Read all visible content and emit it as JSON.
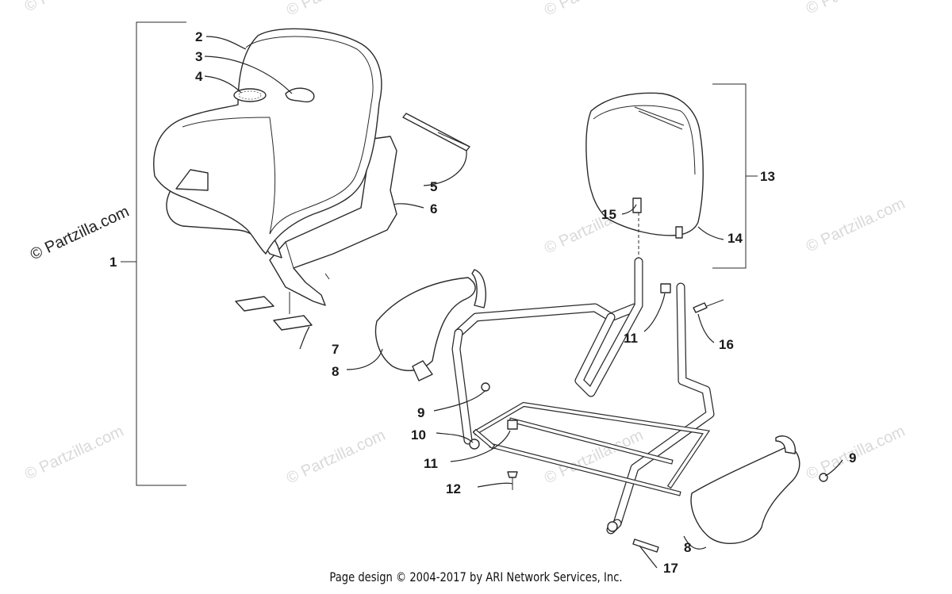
{
  "watermark_text": "© Partzilla.com",
  "labels": [
    "1",
    "2",
    "3",
    "4",
    "5",
    "6",
    "7",
    "8",
    "9",
    "10",
    "11",
    "12",
    "13",
    "14",
    "15",
    "16",
    "17"
  ],
  "footer": "Page design © 2004-2017 by ARI Network Services, Inc."
}
